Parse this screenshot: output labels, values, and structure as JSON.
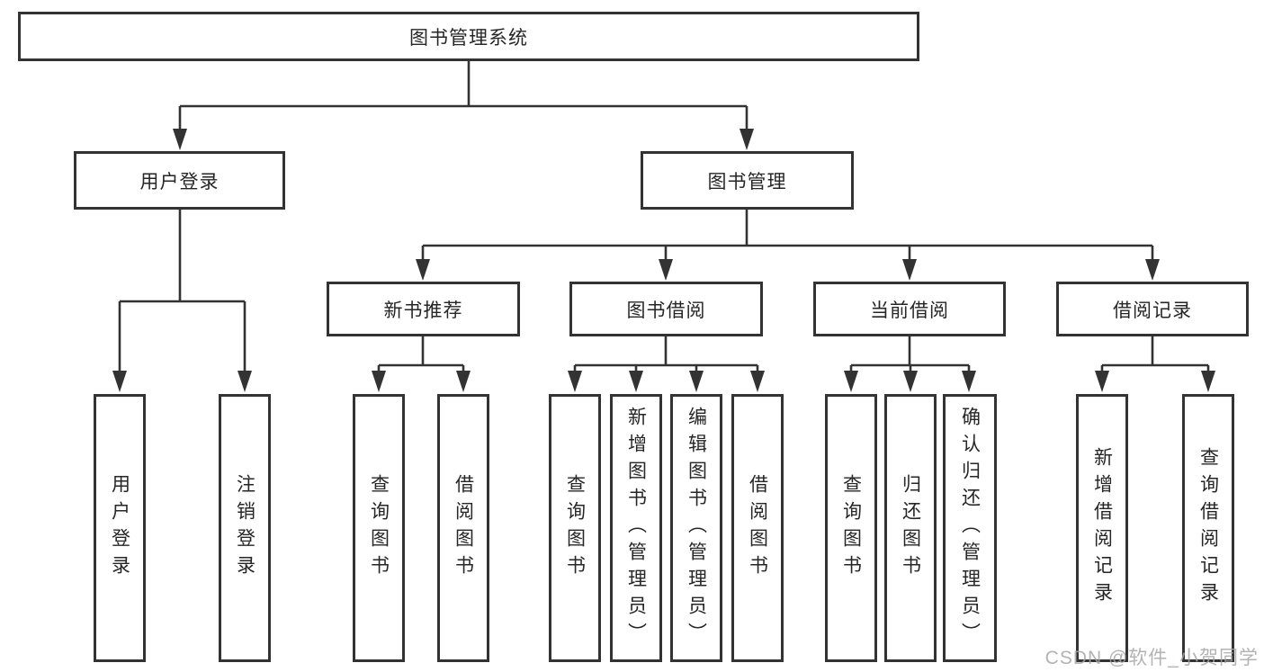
{
  "diagram_title": "图书管理系统",
  "watermark": "CSDN @软件_小贺同学",
  "colors": {
    "line": "#333333",
    "box_border": "#333333",
    "text": "#262626",
    "background": "#ffffff",
    "watermark": "#a6a6a6"
  },
  "tree": {
    "root": {
      "label": "图书管理系统",
      "children": [
        {
          "label": "用户登录",
          "children": [
            {
              "label": "用户登录"
            },
            {
              "label": "注销登录"
            }
          ]
        },
        {
          "label": "图书管理",
          "children": [
            {
              "label": "新书推荐",
              "children": [
                {
                  "label": "查询图书"
                },
                {
                  "label": "借阅图书"
                }
              ]
            },
            {
              "label": "图书借阅",
              "children": [
                {
                  "label": "查询图书"
                },
                {
                  "label": "新增图书（管理员）"
                },
                {
                  "label": "编辑图书（管理员）"
                },
                {
                  "label": "借阅图书"
                }
              ]
            },
            {
              "label": "当前借阅",
              "children": [
                {
                  "label": "查询图书"
                },
                {
                  "label": "归还图书"
                },
                {
                  "label": "确认归还（管理员）"
                }
              ]
            },
            {
              "label": "借阅记录",
              "children": [
                {
                  "label": "新增借阅记录"
                },
                {
                  "label": "查询借阅记录"
                }
              ]
            }
          ]
        }
      ]
    }
  }
}
